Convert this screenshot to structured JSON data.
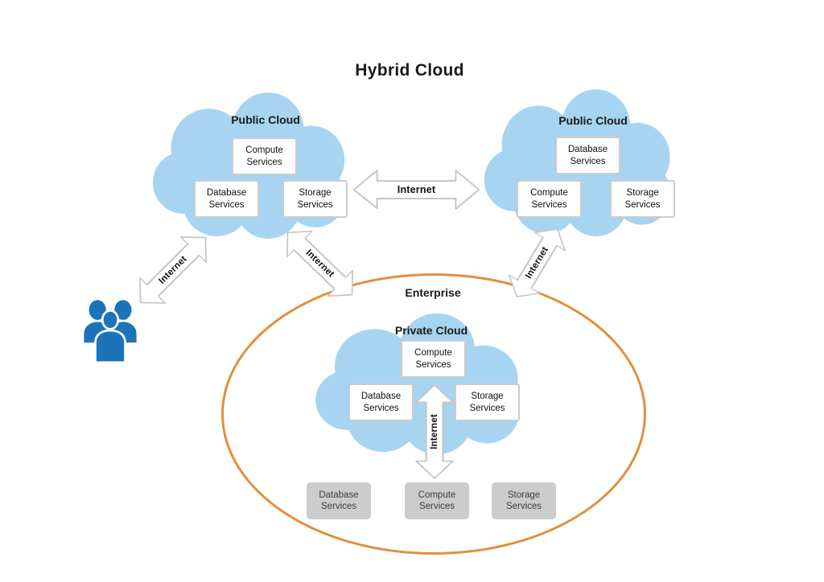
{
  "title": "Hybrid Cloud",
  "clouds": {
    "public_left": {
      "label": "Public Cloud",
      "services": [
        "Compute Services",
        "Database Services",
        "Storage Services"
      ]
    },
    "public_right": {
      "label": "Public Cloud",
      "services": [
        "Database Services",
        "Compute Services",
        "Storage Services"
      ]
    },
    "private": {
      "label": "Private Cloud",
      "services": [
        "Compute Services",
        "Database Services",
        "Storage Services"
      ]
    }
  },
  "enterprise": {
    "label": "Enterprise",
    "ground_services": [
      "Database Services",
      "Compute Services",
      "Storage Services"
    ]
  },
  "arrows": {
    "clients_public_left": {
      "label": "Internet"
    },
    "public_left_public_right": {
      "label": "Internet"
    },
    "public_left_enterprise": {
      "label": "Internet"
    },
    "public_right_enterprise": {
      "label": "Internet"
    },
    "private_cloud_services": {
      "label": "Internet"
    }
  },
  "icons": {
    "clients": "users-group-icon",
    "clouds": "cloud-icon",
    "arrows": "double-arrow-icon"
  },
  "colors": {
    "cloud_fill": "#A7D4F1",
    "enterprise_border": "#E58E3A",
    "clients_icon": "#1B74B8",
    "service_box_gray": "#CCCCCC",
    "arrow_outline": "#C5C5C5"
  }
}
